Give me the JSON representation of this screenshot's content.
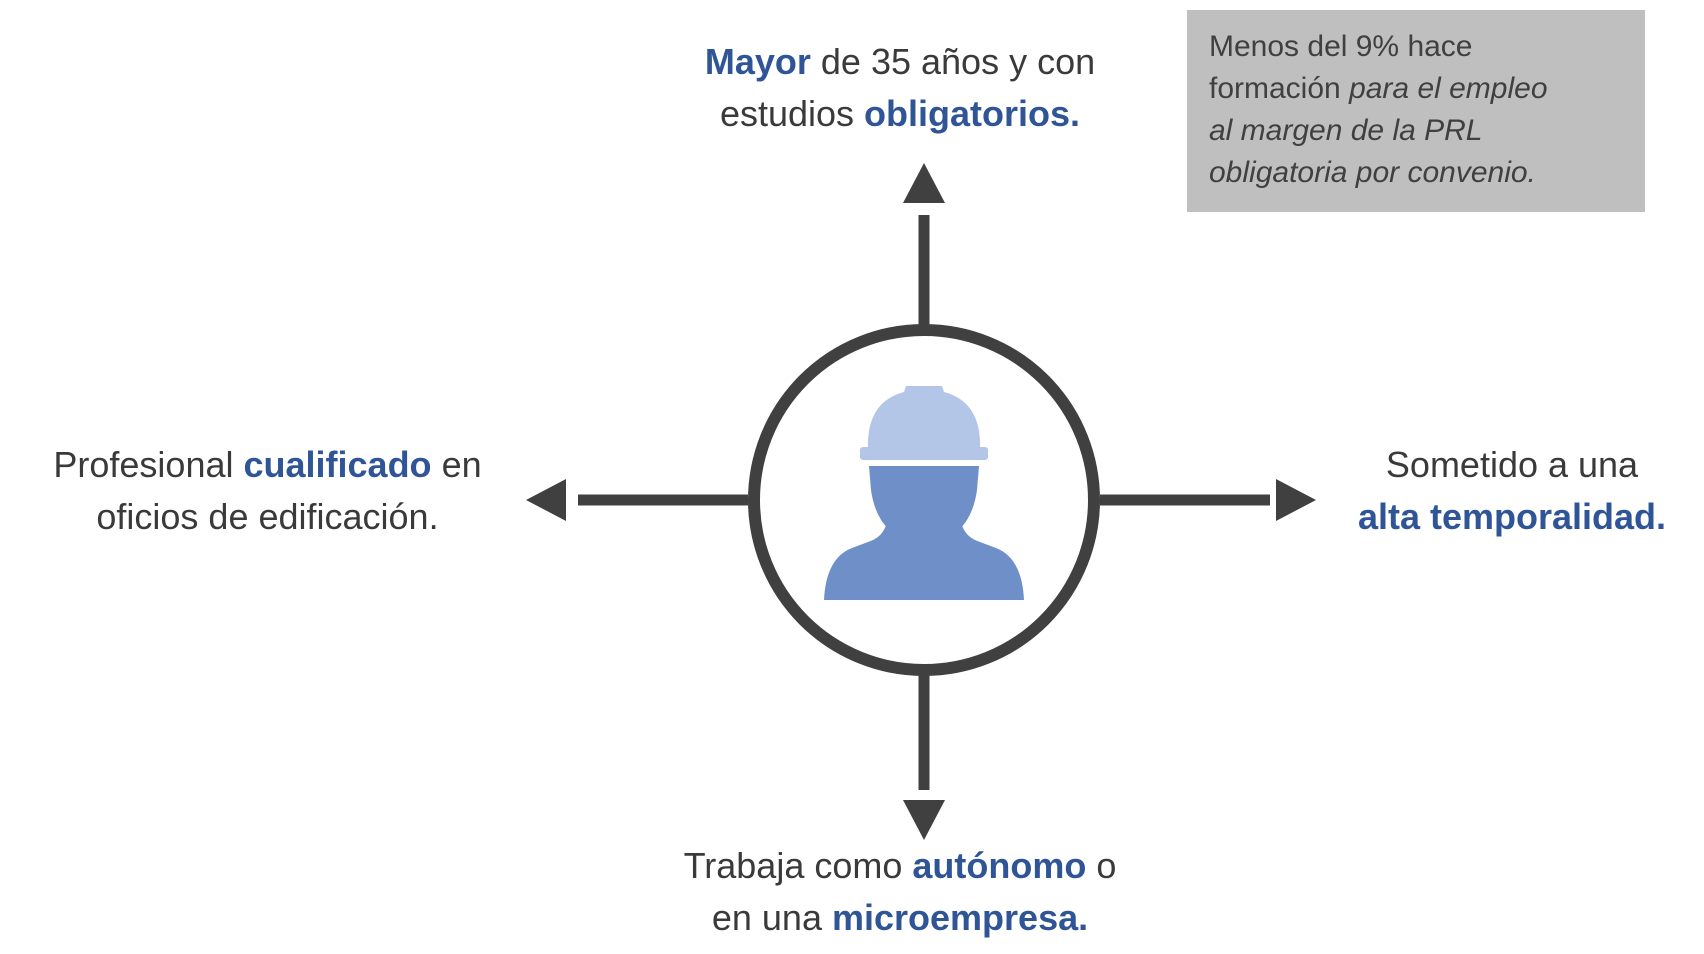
{
  "note": {
    "line1": "Menos del 9% hace",
    "line2_plain": "formación ",
    "line2_italic": "para el empleo",
    "line3": "al margen de la PRL",
    "line4": "obligatoria por convenio."
  },
  "labels": {
    "top": {
      "line1_bold": "Mayor",
      "line1_rest": " de 35 años y con",
      "line2_plain": "estudios ",
      "line2_bold": "obligatorios."
    },
    "left": {
      "line1_plain": "Profesional ",
      "line1_bold": "cualificado",
      "line1_rest": " en",
      "line2": "oficios de edificación."
    },
    "right": {
      "line1": "Sometido a una",
      "line2_bold": "alta temporalidad."
    },
    "bottom": {
      "line1_plain": "Trabaja como ",
      "line1_bold": "autónomo",
      "line1_rest": " o",
      "line2_plain": "en una ",
      "line2_bold": "microempresa."
    }
  },
  "icons": {
    "center": "construction-worker-icon"
  },
  "colors": {
    "highlight_text": "#2f5597",
    "body_text": "#3a3a3a",
    "arrows": "#404040",
    "note_background": "#bfbfbf",
    "worker_body": "#6f8fc8",
    "worker_helmet": "#b4c6e7"
  }
}
